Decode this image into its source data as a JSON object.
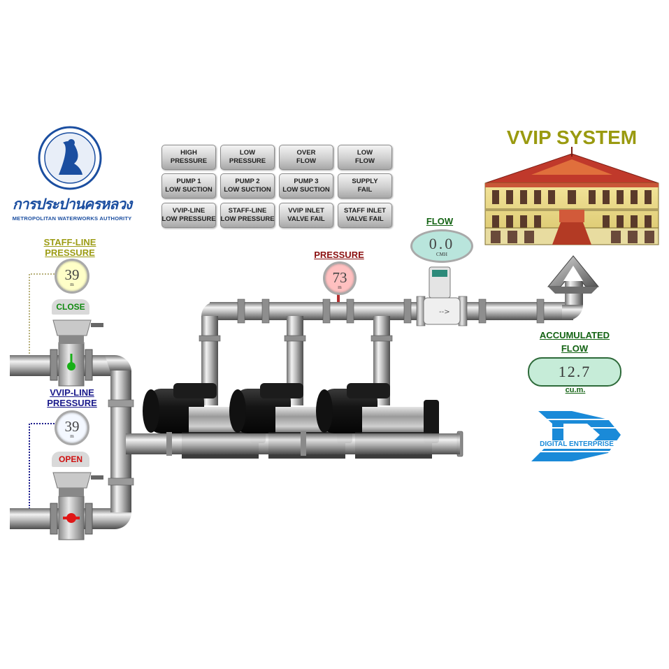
{
  "logo": {
    "org_thai": "การประปานครหลวง",
    "org_english": "METROPOLITAN WATERWORKS AUTHORITY"
  },
  "alarms": [
    [
      "HIGH",
      "PRESSURE"
    ],
    [
      "LOW",
      "PRESSURE"
    ],
    [
      "OVER",
      "FLOW"
    ],
    [
      "LOW",
      "FLOW"
    ],
    [
      "PUMP 1",
      "LOW SUCTION"
    ],
    [
      "PUMP 2",
      "LOW SUCTION"
    ],
    [
      "PUMP 3",
      "LOW SUCTION"
    ],
    [
      "SUPPLY",
      "FAIL"
    ],
    [
      "VVIP-LINE",
      "LOW PRESSURE"
    ],
    [
      "STAFF-LINE",
      "LOW PRESSURE"
    ],
    [
      "VVIP INLET",
      "VALVE FAIL"
    ],
    [
      "STAFF INLET",
      "VALVE FAIL"
    ]
  ],
  "system_title": "VVIP SYSTEM",
  "staff_line": {
    "title_1": "STAFF-LINE",
    "title_2": "PRESSURE",
    "pressure": "39",
    "unit": "m",
    "valve_status": "CLOSE"
  },
  "vvip_line": {
    "title_1": "VVIP-LINE",
    "title_2": "PRESSURE",
    "pressure": "39",
    "unit": "m",
    "valve_status": "OPEN"
  },
  "header_pressure": {
    "title": "PRESSURE",
    "value": "73",
    "unit": "m"
  },
  "flow": {
    "title": "FLOW",
    "value": "0.0",
    "unit": "CMH"
  },
  "accumulated_flow": {
    "title_1": "ACCUMULATED",
    "title_2": "FLOW",
    "value": "12.7",
    "unit": "cu.m."
  },
  "brand": {
    "name": "DIGITAL ENTERPRISE"
  },
  "colors": {
    "olive_title": "#9a9a10",
    "staff_title": "#9c9c14",
    "vvip_title": "#1b1b8c",
    "pressure_title": "#8b1010",
    "flow_title": "#136313",
    "close_green": "#118a11",
    "open_red": "#d01010",
    "flow_display": "#b9e5dc",
    "accum_display": "#c6ecd8",
    "pressure_gauge": "#ffc0c0",
    "line_gauge": "#ffffc8",
    "brand_blue": "#1a8ad8"
  }
}
